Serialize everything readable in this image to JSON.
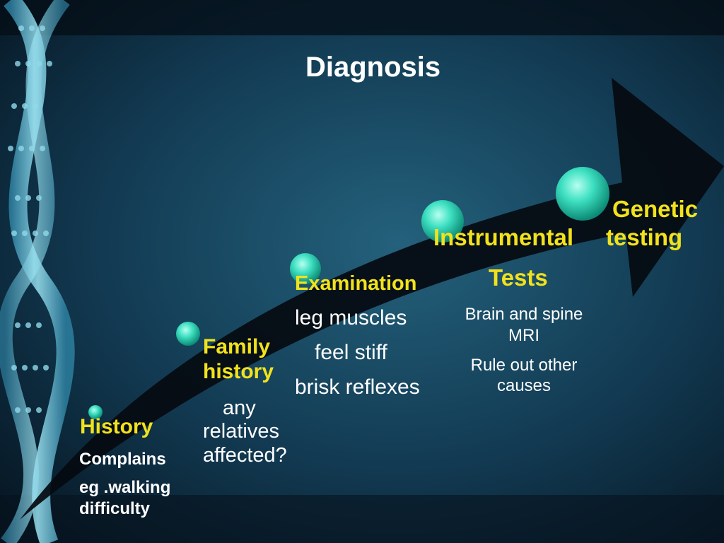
{
  "slide": {
    "title": "Diagnosis",
    "colors": {
      "background_dark": "#081b2a",
      "background_mid": "#1d5570",
      "arrow": "#050a10",
      "heading": "#f2e21c",
      "body_text": "#ffffff",
      "node": "#3ee0c2"
    }
  },
  "stages": [
    {
      "heading": "History",
      "lines": [
        "Complains",
        "eg .walking",
        "difficulty"
      ]
    },
    {
      "heading_lines": [
        "Family",
        "history"
      ],
      "lines": [
        "any",
        "relatives",
        "affected?"
      ]
    },
    {
      "heading": "Examination",
      "lines": [
        "leg muscles",
        "feel stiff",
        "brisk reflexes"
      ]
    },
    {
      "heading_lines": [
        "Instrumental",
        "Tests"
      ],
      "lines": [
        "Brain and spine",
        "MRI",
        "Rule out other",
        "causes"
      ]
    },
    {
      "heading_lines": [
        "Genetic",
        "testing"
      ],
      "lines": []
    }
  ]
}
